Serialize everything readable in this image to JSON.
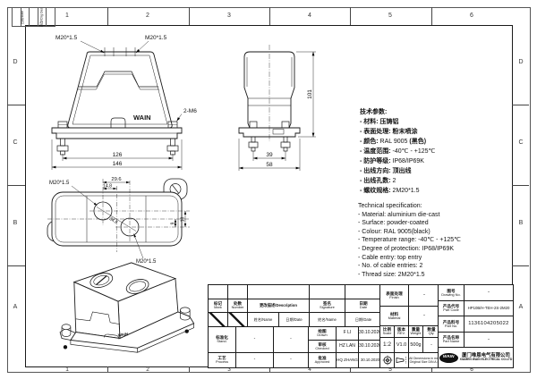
{
  "border": {
    "cols": [
      "1",
      "2",
      "3",
      "4",
      "5",
      "6"
    ],
    "rows": [
      "D",
      "C",
      "B",
      "A"
    ],
    "corner": {
      "label1": "日期/Date",
      "label2": "更改/Chg Des"
    }
  },
  "views": {
    "front": {
      "m20_left": "M20*1.5",
      "m20_right": "M20*1.5",
      "bolt_label": "2-M6",
      "brand": "WAIN",
      "dim_inner": "126",
      "dim_outer": "146"
    },
    "side": {
      "dim_height": "101",
      "dim_inner": "39",
      "dim_outer": "58"
    },
    "top": {
      "m20_left": "M20*1.5",
      "m20_right": "M20*1.5",
      "dim_pitch": "29.6",
      "dim_half": "14.8",
      "dim_diag": "34.6",
      "dim_small": "9",
      "dim_large": "18"
    },
    "iso": {
      "brand": "WAIN"
    }
  },
  "specs_cn": {
    "title": "技术参数:",
    "items": [
      {
        "b": "- 材料: 压铸铝",
        "r": "",
        "b2": ""
      },
      {
        "b": "- 表面处理: 粉末喷涂",
        "r": "",
        "b2": ""
      },
      {
        "b": "- 颜色:",
        "r": " RAL 9005 ",
        "b2": "(黑色)"
      },
      {
        "b": "- 温度范围:",
        "r": " -40℃ - +125℃",
        "b2": ""
      },
      {
        "b": "- 防护等级:",
        "r": " IP68/IP69K",
        "b2": ""
      },
      {
        "b": "- 出线方向: 顶出线",
        "r": "",
        "b2": ""
      },
      {
        "b": "- 出线孔数:",
        "r": " 2",
        "b2": ""
      },
      {
        "b": "- 螺纹规格:",
        "r": " 2M20*1.5",
        "b2": ""
      }
    ]
  },
  "specs_en": {
    "title": "Technical specification:",
    "items": [
      "- Material: aluminium die-cast",
      "- Surface: powder-coated",
      "- Colour: RAL 9005(black)",
      "- Temperature range: -40℃ - +125℃",
      "- Degree of protection: IP68/IP69K",
      "- Cable entry: top entry",
      "- No. of cable entries: 2",
      "- Thread size: 2M20*1.5"
    ]
  },
  "titleblock": {
    "rev": {
      "mark_cn": "标记",
      "mark_en": "Mark",
      "number_cn": "处数",
      "number_en": "Number",
      "desc": "更改描述/Description",
      "sig_cn": "签名",
      "sig_en": "Signature",
      "date_cn": "日期",
      "date_en": "Date",
      "name_hdr": "姓名/Name",
      "date_hdr": "日期/Date"
    },
    "people": {
      "drawn_cn": "绘图",
      "drawn_en": "Drawn",
      "drawn_name": "F LI",
      "drawn_date": "30.10.2020",
      "checked_cn": "审核",
      "checked_en": "Checked",
      "checked_name": "HZ LAN",
      "checked_date": "30.10.2020",
      "process_cn": "工艺",
      "process_en": "Process",
      "process_name": "-",
      "process_date": "-",
      "stand_cn": "标准化",
      "stand_en": "Stand.",
      "stand_name": "-",
      "stand_date": "-",
      "approved_cn": "批准",
      "approved_en": "Approved",
      "approved_name": "HQ ZHANG",
      "approved_date": "30.10.2020"
    },
    "props": {
      "finish_cn": "表面处理",
      "finish_en": "Finish",
      "finish_val": "-",
      "material_cn": "材料",
      "material_en": "Material",
      "material_val": "-",
      "scale_cn": "比例",
      "scale_en": "Scale",
      "scale_val": "1:2",
      "rev_cn": "版本",
      "rev_en": "REV.",
      "rev_val": "V1.0",
      "weight_cn": "重量",
      "weight_en": "Weight",
      "weight_val": "500g",
      "qty_cn": "数量",
      "qty_en": "Qty.",
      "qty_val": "-",
      "note1": "All Dimensions in mm",
      "note2": "Original Size DIN A 4"
    },
    "ids": {
      "drawing_no_cn": "图号",
      "drawing_no_en": "Drawing No.",
      "drawing_no_val": "-",
      "part_code_cn": "产品代号",
      "part_code_en": "Part Code",
      "part_code_val": "HP10B/H-TEH-2S-2M20",
      "part_no_cn": "产品料号",
      "part_no_en": "Part No.",
      "part_no_val": "1136104205022",
      "part_name_cn": "产品名称",
      "part_name_en": "Part Name",
      "part_name_val": "-"
    },
    "company": {
      "logo": "WAIN",
      "name_cn": "厦门唯恩电气有限公司",
      "name_en": "XIAMEN WAIN ELECTRICAL CO.LTD"
    }
  }
}
